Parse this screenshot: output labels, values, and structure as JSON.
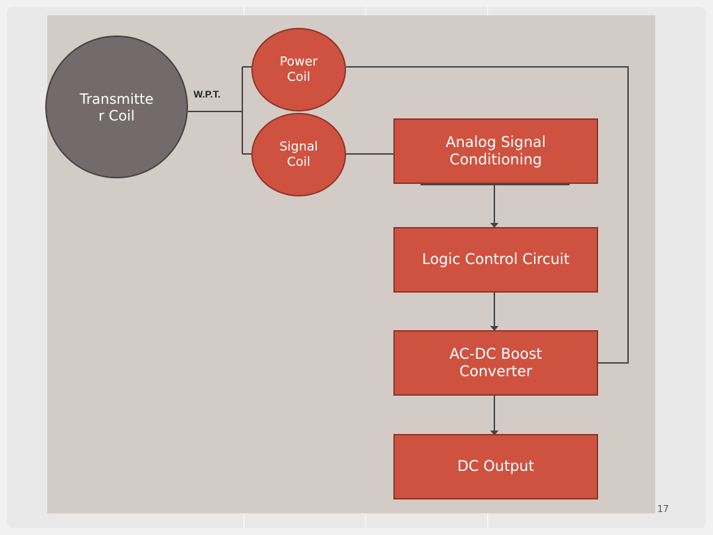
{
  "slide": {
    "page_number": "17"
  },
  "diagram": {
    "transmitter": {
      "label_line1": "Transmitte",
      "label_line2": "r Coil"
    },
    "wpt_label": "W.P.T.",
    "power_coil": {
      "label_line1": "Power",
      "label_line2": "Coil"
    },
    "signal_coil": {
      "label_line1": "Signal",
      "label_line2": "Coil"
    },
    "blocks": {
      "analog": {
        "line1": "Analog Signal",
        "line2": "Conditioning"
      },
      "logic": {
        "line1": "Logic Control Circuit"
      },
      "boost": {
        "line1": "AC-DC Boost",
        "line2": "Converter"
      },
      "output": {
        "line1": "DC Output"
      }
    }
  },
  "colors": {
    "panel": "#d3cbc5",
    "transmitter_fill": "#756a6b",
    "block_fill": "#cf5240",
    "wire": "#444444"
  }
}
